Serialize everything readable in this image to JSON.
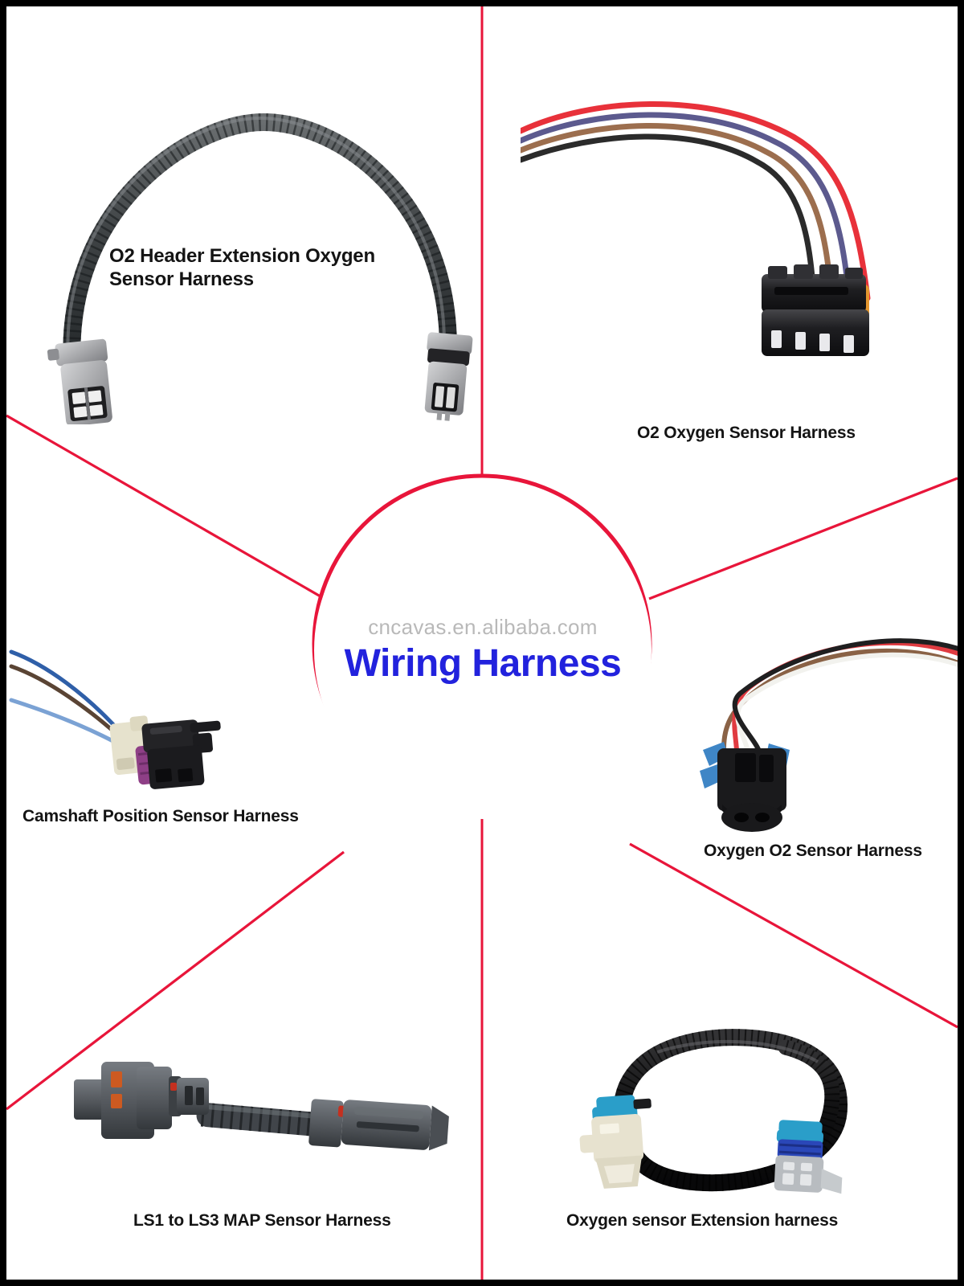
{
  "page": {
    "border_color": "#000000",
    "background": "#ffffff"
  },
  "hub": {
    "watermark": "cncavas.en.alibaba.com",
    "title": "Wiring Harness",
    "title_color": "#2222dd",
    "watermark_color": "#b9b9b9",
    "circle_stroke": "#e8153a"
  },
  "divider": {
    "color": "#e8153a"
  },
  "segments": [
    {
      "id": "o2-header-extension",
      "caption": "O2 Header Extension Oxygen\nSensor Harness",
      "image_alt": "o2-header-extension-harness-photo",
      "colors": {
        "conduit": "#474a4c",
        "connector": "#a9a9ad"
      }
    },
    {
      "id": "o2-oxygen-sensor",
      "caption": "O2 Oxygen Sensor Harness",
      "image_alt": "o2-oxygen-sensor-harness-photo",
      "colors": {
        "wire_red": "#e8313a",
        "wire_purple": "#5c5a8e",
        "wire_brown": "#9c6e4e",
        "wire_black": "#2b2b2b",
        "connector": "#1d1d1f",
        "seal": "#e3962f"
      }
    },
    {
      "id": "camshaft-position-sensor",
      "caption": "Camshaft Position Sensor Harness",
      "image_alt": "camshaft-position-sensor-harness-photo",
      "colors": {
        "wire_blue": "#2f5fa8",
        "wire_brown": "#5a4434",
        "wire_lightblue": "#7ba2d4",
        "body_cream": "#e6e2cd",
        "body_black": "#232326",
        "seal": "#8e3f86"
      }
    },
    {
      "id": "oxygen-o2-sensor",
      "caption": "Oxygen O2 Sensor Harness",
      "image_alt": "oxygen-o2-sensor-harness-photo",
      "colors": {
        "wire_brown": "#8a6246",
        "wire_red": "#e03b41",
        "wire_white": "#f2f2ee",
        "wire_black": "#1f1f20",
        "connector": "#1a1a1c",
        "clip_blue": "#3f86c6"
      }
    },
    {
      "id": "ls1-to-ls3-map-sensor",
      "caption": "LS1 to LS3 MAP Sensor Harness",
      "image_alt": "ls1-to-ls3-map-sensor-harness-photo",
      "colors": {
        "body": "#5a5e63",
        "conduit": "#4a4e53",
        "accent_orange": "#cc5a21"
      }
    },
    {
      "id": "oxygen-sensor-extension",
      "caption": "Oxygen sensor Extension harness",
      "image_alt": "oxygen-sensor-extension-harness-photo",
      "colors": {
        "conduit": "#19191a",
        "connector_cream": "#e7e2cf",
        "connector_gray": "#b8bcc0",
        "clip_blue": "#2a9ec9",
        "ring_blue": "#2a47b8"
      }
    }
  ]
}
